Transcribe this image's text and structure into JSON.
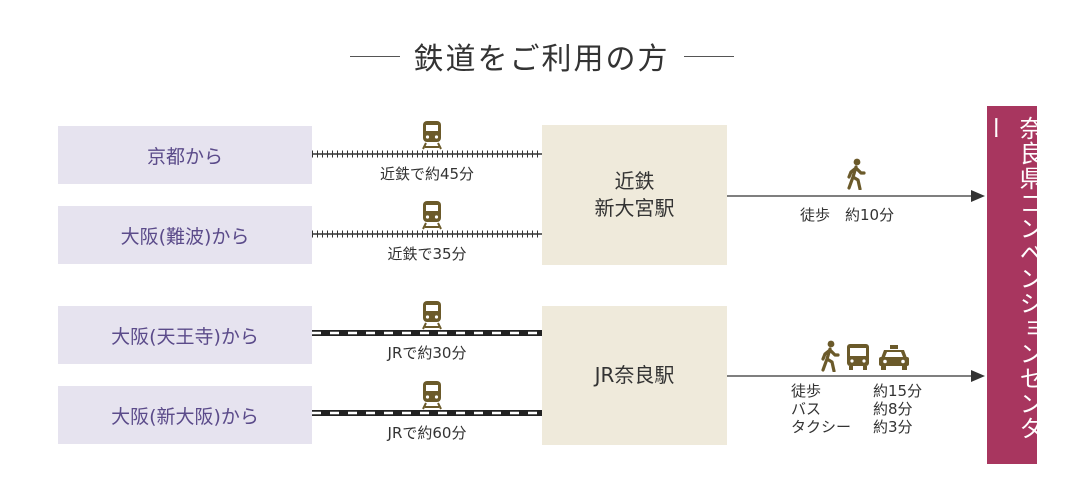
{
  "title": "鉄道をご利用の方",
  "origins": [
    "京都から",
    "大阪(難波)から",
    "大阪(天王寺)から",
    "大阪(新大阪)から"
  ],
  "routes": [
    "近鉄で約45分",
    "近鉄で35分",
    "JRで約30分",
    "JRで約60分"
  ],
  "stations": {
    "kintetsu_line1": "近鉄",
    "kintetsu_line2": "新大宮駅",
    "jr": "JR奈良駅"
  },
  "kintetsu_access": "徒歩　約10分",
  "jr_access": [
    {
      "mode": "徒歩",
      "time": "約15分"
    },
    {
      "mode": "バス",
      "time": "約8分"
    },
    {
      "mode": "タクシー",
      "time": "約3分"
    }
  ],
  "destination": "奈良県コンベンションセンター",
  "colors": {
    "origin_bg": "#e6e3ef",
    "origin_text": "#5b4b8a",
    "station_bg": "#efeadb",
    "destination_bg": "#a8365f",
    "icon": "#6b5a2a"
  },
  "icons": [
    "train-icon",
    "walk-icon",
    "bus-icon",
    "taxi-icon"
  ]
}
